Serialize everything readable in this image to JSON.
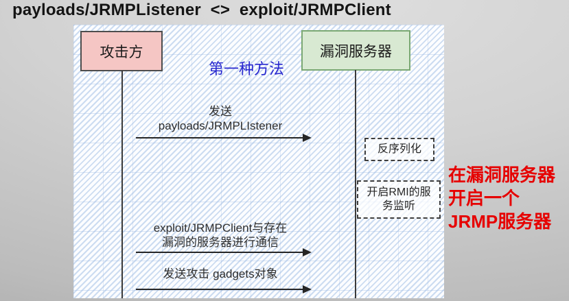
{
  "title": "payloads/JRMPListener  <>  exploit/JRMPClient",
  "diagram": {
    "actors": [
      {
        "id": "attacker",
        "label": "攻击方"
      },
      {
        "id": "server",
        "label": "漏洞服务器"
      }
    ],
    "method_label": "第一种方法",
    "messages": [
      {
        "from": "attacker",
        "to": "server",
        "lines": [
          "发送",
          "payloads/JRMPLIstener"
        ]
      },
      {
        "from": "attacker",
        "to": "server",
        "lines": [
          "exploit/JRMPClient与存在",
          "漏洞的服务器进行通信"
        ]
      },
      {
        "from": "attacker",
        "to": "server",
        "lines": [
          "发送攻击 gadgets对象"
        ]
      }
    ],
    "notes": [
      {
        "lines": [
          "反序列化"
        ]
      },
      {
        "lines": [
          "开启RMI的服",
          "务监听"
        ]
      }
    ]
  },
  "annotation": {
    "lines": [
      "在漏洞服务器",
      "开启一个",
      "JRMP服务器"
    ]
  },
  "colors": {
    "attacker_box_fill": "#f5c6c4",
    "attacker_box_border": "#4d4d4d",
    "server_box_fill": "#d8e9d2",
    "server_box_border": "#7aa873",
    "method_label_color": "#2626cf",
    "annotation_color": "#e60000",
    "hatch_blue": "#ccdcf1"
  }
}
